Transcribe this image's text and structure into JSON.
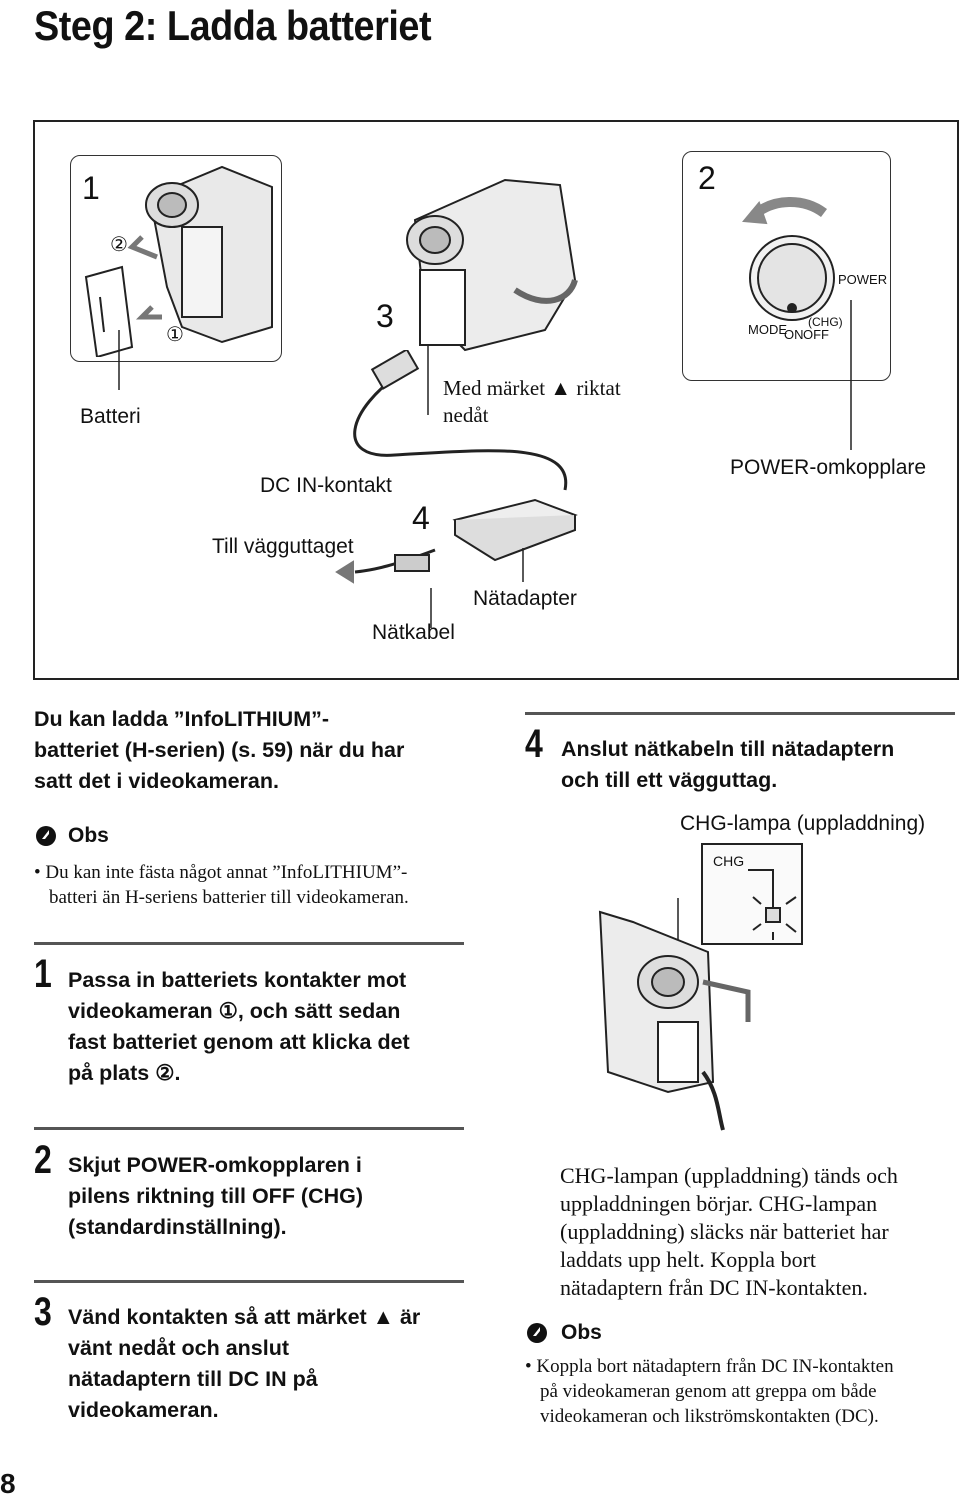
{
  "page": {
    "title": "Steg 2: Ladda batteriet",
    "page_number": "8"
  },
  "figure": {
    "step_labels": [
      "1",
      "2",
      "3",
      "4"
    ],
    "sub_markers": [
      "②",
      "①"
    ],
    "labels": {
      "battery": "Batteri",
      "mark_line1": "Med märket ▲ riktat",
      "mark_line2": "nedåt",
      "dc_in": "DC IN-kontakt",
      "wall": "Till vägguttaget",
      "adapter": "Nätadapter",
      "power_cord": "Nätkabel",
      "power_switch": "POWER-omkopplare"
    },
    "dial": {
      "power": "POWER",
      "mode": "MODE",
      "on": "ON",
      "off": "OFF",
      "chg": "(CHG)"
    }
  },
  "intro": {
    "lines": [
      "Du kan ladda ”InfoLITHIUM”-",
      "batteriet (H-serien) (s. 59) när du har",
      "satt det i videokameran."
    ]
  },
  "note1": {
    "heading": "Obs",
    "lines": [
      "Du kan inte fästa något annat ”InfoLITHIUM”-",
      "batteri än H-seriens batterier till videokameran."
    ]
  },
  "steps": [
    {
      "num": "1",
      "lines": [
        "Passa in batteriets kontakter mot",
        "videokameran ①, och sätt sedan",
        "fast batteriet genom att klicka det",
        "på plats ②."
      ]
    },
    {
      "num": "2",
      "lines": [
        "Skjut POWER-omkopplaren i",
        "pilens riktning till OFF (CHG)",
        "(standardinställning)."
      ]
    },
    {
      "num": "3",
      "lines": [
        "Vänd kontakten så att märket ▲ är",
        "vänt nedåt och anslut",
        "nätadaptern till DC IN på",
        "videokameran."
      ]
    },
    {
      "num": "4",
      "lines": [
        "Anslut nätkabeln till nätadaptern",
        "och till ett vägguttag."
      ]
    }
  ],
  "chg_figure": {
    "caption": "CHG-lampa (uppladdning)",
    "panel_label": "CHG"
  },
  "charging_text": {
    "lines": [
      "CHG-lampan (uppladdning) tänds och",
      "uppladdningen börjar. CHG-lampan",
      "(uppladdning) släcks när batteriet har",
      "laddats upp helt. Koppla bort",
      "nätadaptern från DC IN-kontakten."
    ]
  },
  "note2": {
    "heading": "Obs",
    "lines": [
      "Koppla bort nätadaptern från DC IN-kontakten",
      "på videokameran genom att greppa om både",
      "videokameran och likströmskontakten (DC)."
    ]
  }
}
